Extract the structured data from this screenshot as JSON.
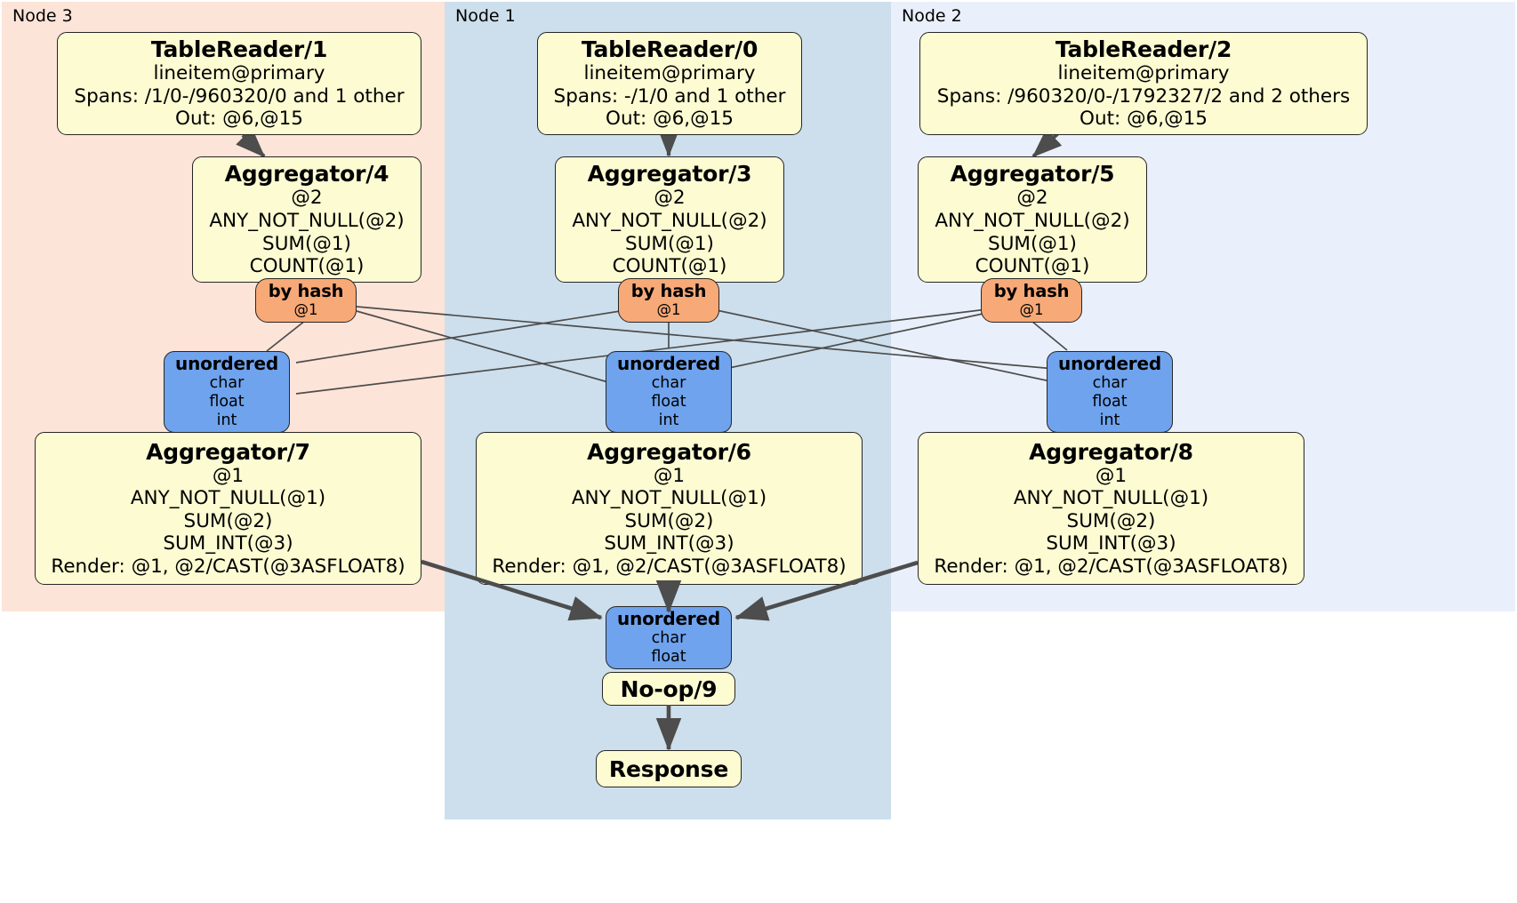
{
  "diagram": {
    "kind": "distributed-query-plan",
    "regions": [
      {
        "id": "node3",
        "label": "Node 3",
        "color": "#fde4d8"
      },
      {
        "id": "node1",
        "label": "Node 1",
        "color": "#cddfec"
      },
      {
        "id": "node2",
        "label": "Node 2",
        "color": "#eaf0fb"
      }
    ],
    "colors": {
      "processor_fill": "#fcfbd2",
      "router_fill": "#f7a977",
      "synchronizer_fill": "#6fa3ee",
      "stroke": "#262626",
      "edge": "#4d4d4d"
    },
    "processors": {
      "table_reader_1": {
        "title": "TableReader/1",
        "lines": [
          "lineitem@primary",
          "Spans: /1/0-/960320/0 and 1 other",
          "Out: @6,@15"
        ]
      },
      "table_reader_0": {
        "title": "TableReader/0",
        "lines": [
          "lineitem@primary",
          "Spans: -/1/0 and 1 other",
          "Out: @6,@15"
        ]
      },
      "table_reader_2": {
        "title": "TableReader/2",
        "lines": [
          "lineitem@primary",
          "Spans: /960320/0-/1792327/2 and 2 others",
          "Out: @6,@15"
        ]
      },
      "aggregator_4": {
        "title": "Aggregator/4",
        "lines": [
          "@2",
          "ANY_NOT_NULL(@2)",
          "SUM(@1)",
          "COUNT(@1)"
        ]
      },
      "aggregator_3": {
        "title": "Aggregator/3",
        "lines": [
          "@2",
          "ANY_NOT_NULL(@2)",
          "SUM(@1)",
          "COUNT(@1)"
        ]
      },
      "aggregator_5": {
        "title": "Aggregator/5",
        "lines": [
          "@2",
          "ANY_NOT_NULL(@2)",
          "SUM(@1)",
          "COUNT(@1)"
        ]
      },
      "aggregator_7": {
        "title": "Aggregator/7",
        "lines": [
          "@1",
          "ANY_NOT_NULL(@1)",
          "SUM(@2)",
          "SUM_INT(@3)",
          "Render: @1, @2/CAST(@3ASFLOAT8)"
        ]
      },
      "aggregator_6": {
        "title": "Aggregator/6",
        "lines": [
          "@1",
          "ANY_NOT_NULL(@1)",
          "SUM(@2)",
          "SUM_INT(@3)",
          "Render: @1, @2/CAST(@3ASFLOAT8)"
        ]
      },
      "aggregator_8": {
        "title": "Aggregator/8",
        "lines": [
          "@1",
          "ANY_NOT_NULL(@1)",
          "SUM(@2)",
          "SUM_INT(@3)",
          "Render: @1, @2/CAST(@3ASFLOAT8)"
        ]
      },
      "noop_9": {
        "title": "No-op/9",
        "lines": []
      },
      "response": {
        "title": "Response",
        "lines": []
      }
    },
    "routers": {
      "by_hash_left": {
        "title": "by hash",
        "lines": [
          "@1"
        ]
      },
      "by_hash_center": {
        "title": "by hash",
        "lines": [
          "@1"
        ]
      },
      "by_hash_right": {
        "title": "by hash",
        "lines": [
          "@1"
        ]
      }
    },
    "synchronizers": {
      "unordered_left": {
        "title": "unordered",
        "lines": [
          "char",
          "float",
          "int"
        ]
      },
      "unordered_center": {
        "title": "unordered",
        "lines": [
          "char",
          "float",
          "int"
        ]
      },
      "unordered_right": {
        "title": "unordered",
        "lines": [
          "char",
          "float",
          "int"
        ]
      },
      "unordered_final": {
        "title": "unordered",
        "lines": [
          "char",
          "float"
        ]
      }
    }
  }
}
